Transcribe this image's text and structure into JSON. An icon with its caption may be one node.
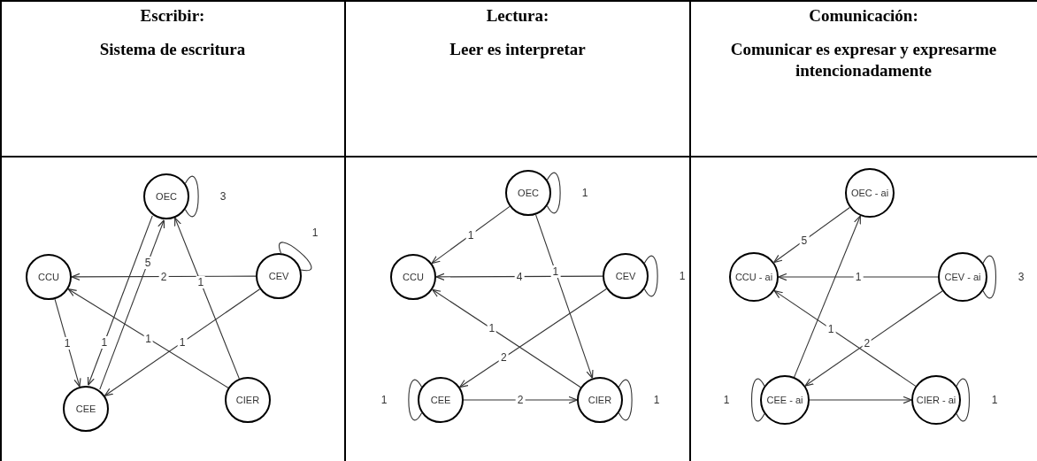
{
  "diagram": {
    "nodes": [
      {
        "text": [
          "OEC"
        ]
      },
      {
        "text": [
          "CCU"
        ]
      },
      {
        "text": [
          "CEV"
        ]
      },
      {
        "text": [
          "CEE"
        ]
      },
      {
        "text": [
          "CIER"
        ]
      },
      {
        "text": [
          "OEC"
        ]
      },
      {
        "text": [
          "CCU"
        ]
      },
      {
        "text": [
          "CEV"
        ]
      },
      {
        "text": [
          "CEE"
        ]
      },
      {
        "text": [
          "CIER"
        ]
      },
      {
        "text": [
          "OEC - ai"
        ]
      },
      {
        "text": [
          "CCU - ai"
        ]
      },
      {
        "text": [
          "CEV - ai"
        ]
      },
      {
        "text": [
          "CEE - ai"
        ]
      },
      {
        "text": [
          "CIER - ai"
        ]
      }
    ],
    "edges": [
      {
        "from": 0,
        "to": 0,
        "label": "3",
        "arrow": "none"
      },
      {
        "from": 2,
        "to": 2,
        "label": "1",
        "arrow": "none"
      },
      {
        "from": 2,
        "to": 1,
        "label": "2",
        "arrow": "to"
      },
      {
        "from": 1,
        "to": 3,
        "label": "1",
        "arrow": "to"
      },
      {
        "from": 3,
        "to": 0,
        "label": "5",
        "arrow": "to"
      },
      {
        "from": 0,
        "to": 3,
        "label": "1",
        "arrow": "to"
      },
      {
        "from": 4,
        "to": 1,
        "label": "1",
        "arrow": "to"
      },
      {
        "from": 4,
        "to": 0,
        "label": "1",
        "arrow": "to"
      },
      {
        "from": 2,
        "to": 3,
        "label": "1",
        "arrow": "to"
      },
      {
        "from": 5,
        "to": 5,
        "label": "1",
        "arrow": "none"
      },
      {
        "from": 7,
        "to": 7,
        "label": "1",
        "arrow": "none"
      },
      {
        "from": 8,
        "to": 8,
        "label": "1",
        "arrow": "none"
      },
      {
        "from": 9,
        "to": 9,
        "label": "1",
        "arrow": "none"
      },
      {
        "from": 5,
        "to": 6,
        "label": "1",
        "arrow": "to"
      },
      {
        "from": 5,
        "to": 9,
        "label": "1",
        "arrow": "to"
      },
      {
        "from": 7,
        "to": 6,
        "label": "4",
        "arrow": "to"
      },
      {
        "from": 9,
        "to": 6,
        "label": "1",
        "arrow": "to"
      },
      {
        "from": 7,
        "to": 8,
        "label": "2",
        "arrow": "to"
      },
      {
        "from": 8,
        "to": 9,
        "label": "2",
        "arrow": "to"
      },
      {
        "from": 10,
        "to": 11,
        "label": "5",
        "arrow": "to"
      },
      {
        "from": 13,
        "to": 10,
        "arrow": "to"
      },
      {
        "from": 12,
        "to": 11,
        "label": "1",
        "arrow": "to"
      },
      {
        "from": 12,
        "to": 12,
        "label": "3",
        "arrow": "none"
      },
      {
        "from": 13,
        "to": 13,
        "label": "1",
        "arrow": "none"
      },
      {
        "from": 14,
        "to": 14,
        "label": "1",
        "arrow": "none"
      },
      {
        "from": 14,
        "to": 11,
        "label": "1",
        "arrow": "to"
      },
      {
        "from": 12,
        "to": 13,
        "label": "2",
        "arrow": "to"
      },
      {
        "from": 13,
        "to": 14,
        "arrow": "to"
      }
    ],
    "labels": [
      "Escribir:",
      "Sistema de escritura",
      "Lectura:",
      "Leer es interpretar",
      "Comunicación:",
      "Comunicar es expresar y expresarme intencionadamente"
    ]
  }
}
